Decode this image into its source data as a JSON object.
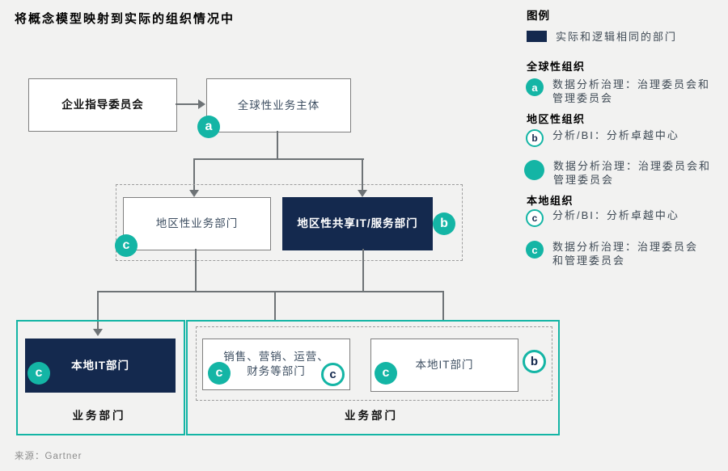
{
  "title": "将概念模型映射到实际的组织情况中",
  "source": "来源：Gartner",
  "colors": {
    "teal": "#14b5a5",
    "navy": "#14294e",
    "background": "#f2f2f1",
    "box_border": "#7f7f7f",
    "connector_gray": "#6e7376"
  },
  "diagram": {
    "boxes": {
      "enterprise": "企业指导委员会",
      "global": "全球性业务主体",
      "regional_business": "地区性业务部门",
      "regional_shared_it": "地区性共享IT/服务部门",
      "local_it_left": "本地IT部门",
      "depts_line1": "销售、营销、运营、",
      "depts_line2": "财务等部门",
      "local_it_right": "本地IT部门"
    },
    "group_labels": {
      "left": "业务部门",
      "right": "业务部门"
    },
    "badge_letters": {
      "a": "a",
      "b": "b",
      "c": "c"
    }
  },
  "legend": {
    "title": "图例",
    "swatch_label": "实际和逻辑相同的部门",
    "groups": [
      {
        "heading": "全球性组织",
        "items": [
          {
            "badge": "a",
            "style": "solid",
            "line1": "数据分析治理：治理委员会和",
            "line2": "管理委员会"
          }
        ]
      },
      {
        "heading": "地区性组织",
        "items": [
          {
            "badge": "b",
            "style": "ring",
            "line1": "分析/BI：分析卓越中心",
            "line2": ""
          },
          {
            "badge": "",
            "style": "solid-plain",
            "line1": "数据分析治理：治理委员会和",
            "line2": "管理委员会"
          }
        ]
      },
      {
        "heading": "本地组织",
        "items": [
          {
            "badge": "c",
            "style": "ring",
            "line1": "分析/BI：分析卓越中心",
            "line2": ""
          },
          {
            "badge": "c",
            "style": "solid",
            "line1": "数据分析治理：治理委员会",
            "line2": "和管理委员会"
          }
        ]
      }
    ]
  }
}
